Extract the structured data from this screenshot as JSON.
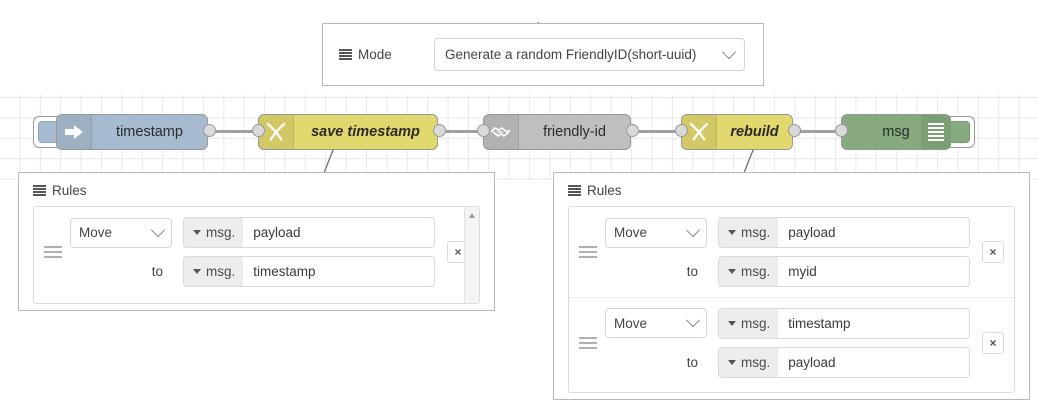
{
  "mode_panel": {
    "label": "Mode",
    "label_icon": "list-icon",
    "selected": "Generate a random FriendlyID(short-uuid)"
  },
  "flow": {
    "nodes": [
      {
        "id": "inject",
        "label": "timestamp",
        "icon": "arrow-right-icon",
        "color": "#a6bbcf",
        "italic": false
      },
      {
        "id": "save",
        "label": "save timestamp",
        "icon": "change-swap-icon",
        "color": "#e2d96e",
        "italic": true
      },
      {
        "id": "friendly",
        "label": "friendly-id",
        "icon": "handshake-icon",
        "color": "#bfbfbf",
        "italic": false
      },
      {
        "id": "rebuild",
        "label": "rebuild",
        "icon": "change-swap-icon",
        "color": "#e2d96e",
        "italic": true
      },
      {
        "id": "debug",
        "label": "msg",
        "icon": "debug-list-icon",
        "color": "#87a980",
        "italic": false
      }
    ],
    "inject_button_name": "inject-trigger-button",
    "debug_button_name": "debug-toggle-button"
  },
  "rules_left": {
    "title": "Rules",
    "title_icon": "list-icon",
    "to_label": "to",
    "delete_label": "×",
    "rules": [
      {
        "operation": "Move",
        "from": {
          "prefix": "msg.",
          "value": "payload"
        },
        "to": {
          "prefix": "msg.",
          "value": "timestamp"
        }
      }
    ]
  },
  "rules_right": {
    "title": "Rules",
    "title_icon": "list-icon",
    "to_label": "to",
    "delete_label": "×",
    "rules": [
      {
        "operation": "Move",
        "from": {
          "prefix": "msg.",
          "value": "payload"
        },
        "to": {
          "prefix": "msg.",
          "value": "myid"
        }
      },
      {
        "operation": "Move",
        "from": {
          "prefix": "msg.",
          "value": "timestamp"
        },
        "to": {
          "prefix": "msg.",
          "value": "payload"
        }
      }
    ]
  },
  "colors": {
    "inject": "#a6bbcf",
    "change": "#e2d96e",
    "function_gray": "#bfbfbf",
    "debug": "#87a980",
    "wire": "#a0a0a0",
    "grid": "#e8e8e8"
  }
}
